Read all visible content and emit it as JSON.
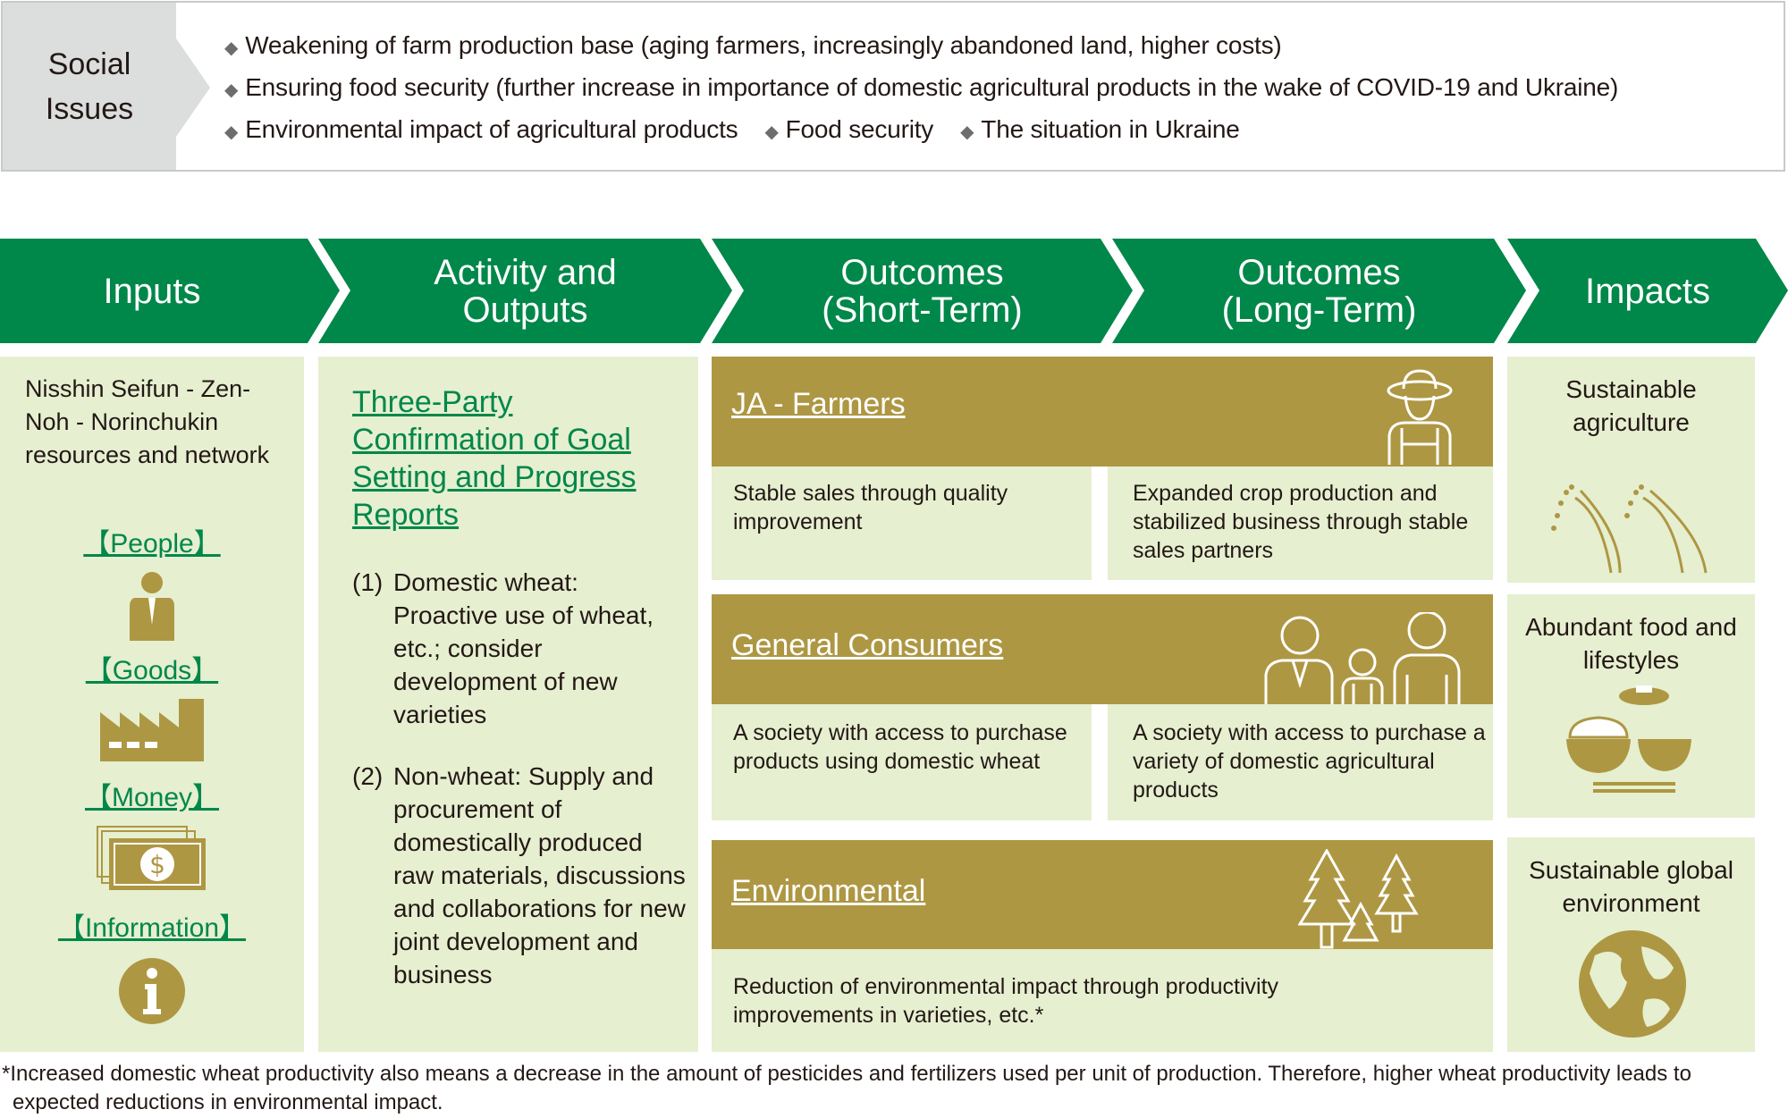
{
  "social_issues": {
    "label_line1": "Social",
    "label_line2": "Issues",
    "items": [
      "Weakening of farm production base (aging farmers, increasingly abandoned land, higher costs)",
      "Ensuring food security (further increase in importance of domestic agricultural products in the wake of COVID-19 and Ukraine)",
      "Environmental impact of agricultural products",
      "Food security",
      "The situation in Ukraine"
    ],
    "bullet": "◆"
  },
  "headers": [
    {
      "line1": "Inputs",
      "line2": ""
    },
    {
      "line1": "Activity and",
      "line2": "Outputs"
    },
    {
      "line1": "Outcomes",
      "line2": "(Short-Term)"
    },
    {
      "line1": "Outcomes",
      "line2": "(Long-Term)"
    },
    {
      "line1": "Impacts",
      "line2": ""
    }
  ],
  "inputs": {
    "text": "Nisshin Seifun - Zen-Noh - Norinchukin resources and network",
    "people": "【People】",
    "goods": "【Goods】",
    "money": "【Money】",
    "information": "【Information】"
  },
  "activity": {
    "link": "Three-Party Confirmation of Goal Setting and Progress Reports",
    "item1_num": "(1)",
    "item1": "Domestic wheat: Proactive use of wheat, etc.; consider development of new varieties",
    "item2_num": "(2)",
    "item2": "Non-wheat: Supply and procurement of domestically produced raw materials, discussions and collaborations for new joint development and business"
  },
  "outcomes": {
    "farmers": {
      "title": "JA - Farmers",
      "short": "Stable sales through quality improvement",
      "long": "Expanded crop production and stabilized business through stable sales partners"
    },
    "consumers": {
      "title": "General Consumers",
      "short": "A society with access to purchase products using domestic wheat",
      "long": "A society with access to purchase a variety of domestic agricultural products"
    },
    "environmental": {
      "title": "Environmental",
      "text": "Reduction of environmental impact through productivity improvements in varieties, etc.*"
    }
  },
  "impacts": [
    "Sustainable agriculture",
    "Abundant food and lifestyles",
    "Sustainable global environment"
  ],
  "footnote": "*Increased domestic wheat productivity also means a decrease in the amount of pesticides and fertilizers used per unit of production. Therefore, higher wheat productivity leads to expected reductions in environmental impact.",
  "colors": {
    "green": "#00874a",
    "gold": "#ae9743",
    "light": "#e6efd0",
    "grey": "#dcdddd"
  }
}
